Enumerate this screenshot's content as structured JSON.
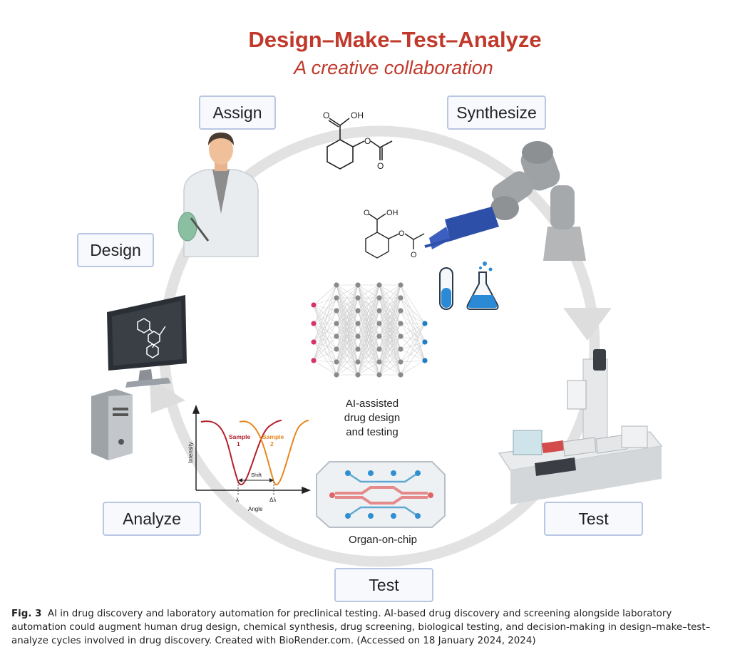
{
  "header": {
    "title": "Design–Make–Test–Analyze",
    "subtitle": "A creative collaboration"
  },
  "stages": {
    "assign": "Assign",
    "synthesize": "Synthesize",
    "design": "Design",
    "test_right": "Test",
    "analyze": "Analyze",
    "test_bottom": "Test"
  },
  "center": {
    "ai_line1": "AI-assisted",
    "ai_line2": "drug design",
    "ai_line3": "and testing",
    "organ_chip": "Organ-on-chip"
  },
  "molecule": {
    "o_label": "O",
    "oh_label": "OH"
  },
  "spr_plot": {
    "ylabel": "Intensity",
    "xlabel": "Angle",
    "sample1_line1": "Sample",
    "sample1_line2": "1",
    "sample2_line1": "Sample",
    "sample2_line2": "2",
    "shift_label": "Shift",
    "lambda_label": "λ",
    "delta_lambda_label": "Δλ"
  },
  "colors": {
    "title": "#c0392b",
    "cycle_arrow": "#e2e2e2",
    "sample1": "#b3202a",
    "sample2": "#e8871e",
    "nn_input": "#d6336c",
    "nn_hidden": "#8a8a8a",
    "nn_output": "#1f7fc4"
  },
  "caption": {
    "fig_label": "Fig. 3",
    "text": "AI in drug discovery and laboratory automation for preclinical testing. AI-based drug discovery and screening alongside laboratory automation could augment human drug design, chemical synthesis, drug screening, biological testing, and decision-making in design–make–test–analyze cycles involved in drug discovery. Created with BioRender.com. (Accessed on 18 January 2024, 2024)"
  }
}
